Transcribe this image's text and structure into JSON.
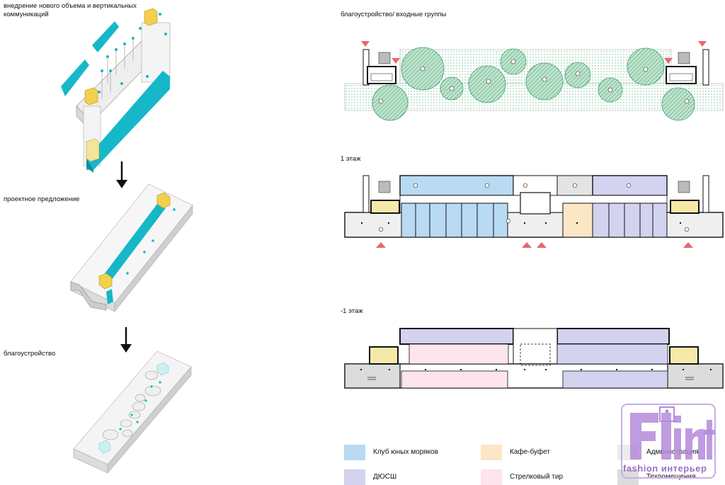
{
  "left_steps": {
    "step1": "внедрение нового объема и вертикальных коммуникаций",
    "step2": "проектное предложение",
    "step3": "благоустройство"
  },
  "plans": {
    "site": "благоустройство/ входные группы",
    "floor1": "1 этаж",
    "basement": "-1 этаж"
  },
  "legend": [
    {
      "label": "Клуб юных моряков",
      "color": "#b8daf3"
    },
    {
      "label": "Кафе-буфет",
      "color": "#fbe6c6"
    },
    {
      "label": "Администрация",
      "color": "#ececec"
    },
    {
      "label": "ДЮСШ",
      "color": "#d3d2ef"
    },
    {
      "label": "Стрелковый тир",
      "color": "#fde4ee"
    },
    {
      "label": "Техпомещения",
      "color": "#dcdcdc"
    }
  ],
  "colors": {
    "cyan": "#16b7c9",
    "yellow": "#f1d04c",
    "green": "#3e9e6c",
    "red_marker": "#e9676b",
    "watermark": "#9b6fc7"
  },
  "watermark": {
    "logo_letters": "Flint",
    "caption": "fashion интерьер"
  }
}
